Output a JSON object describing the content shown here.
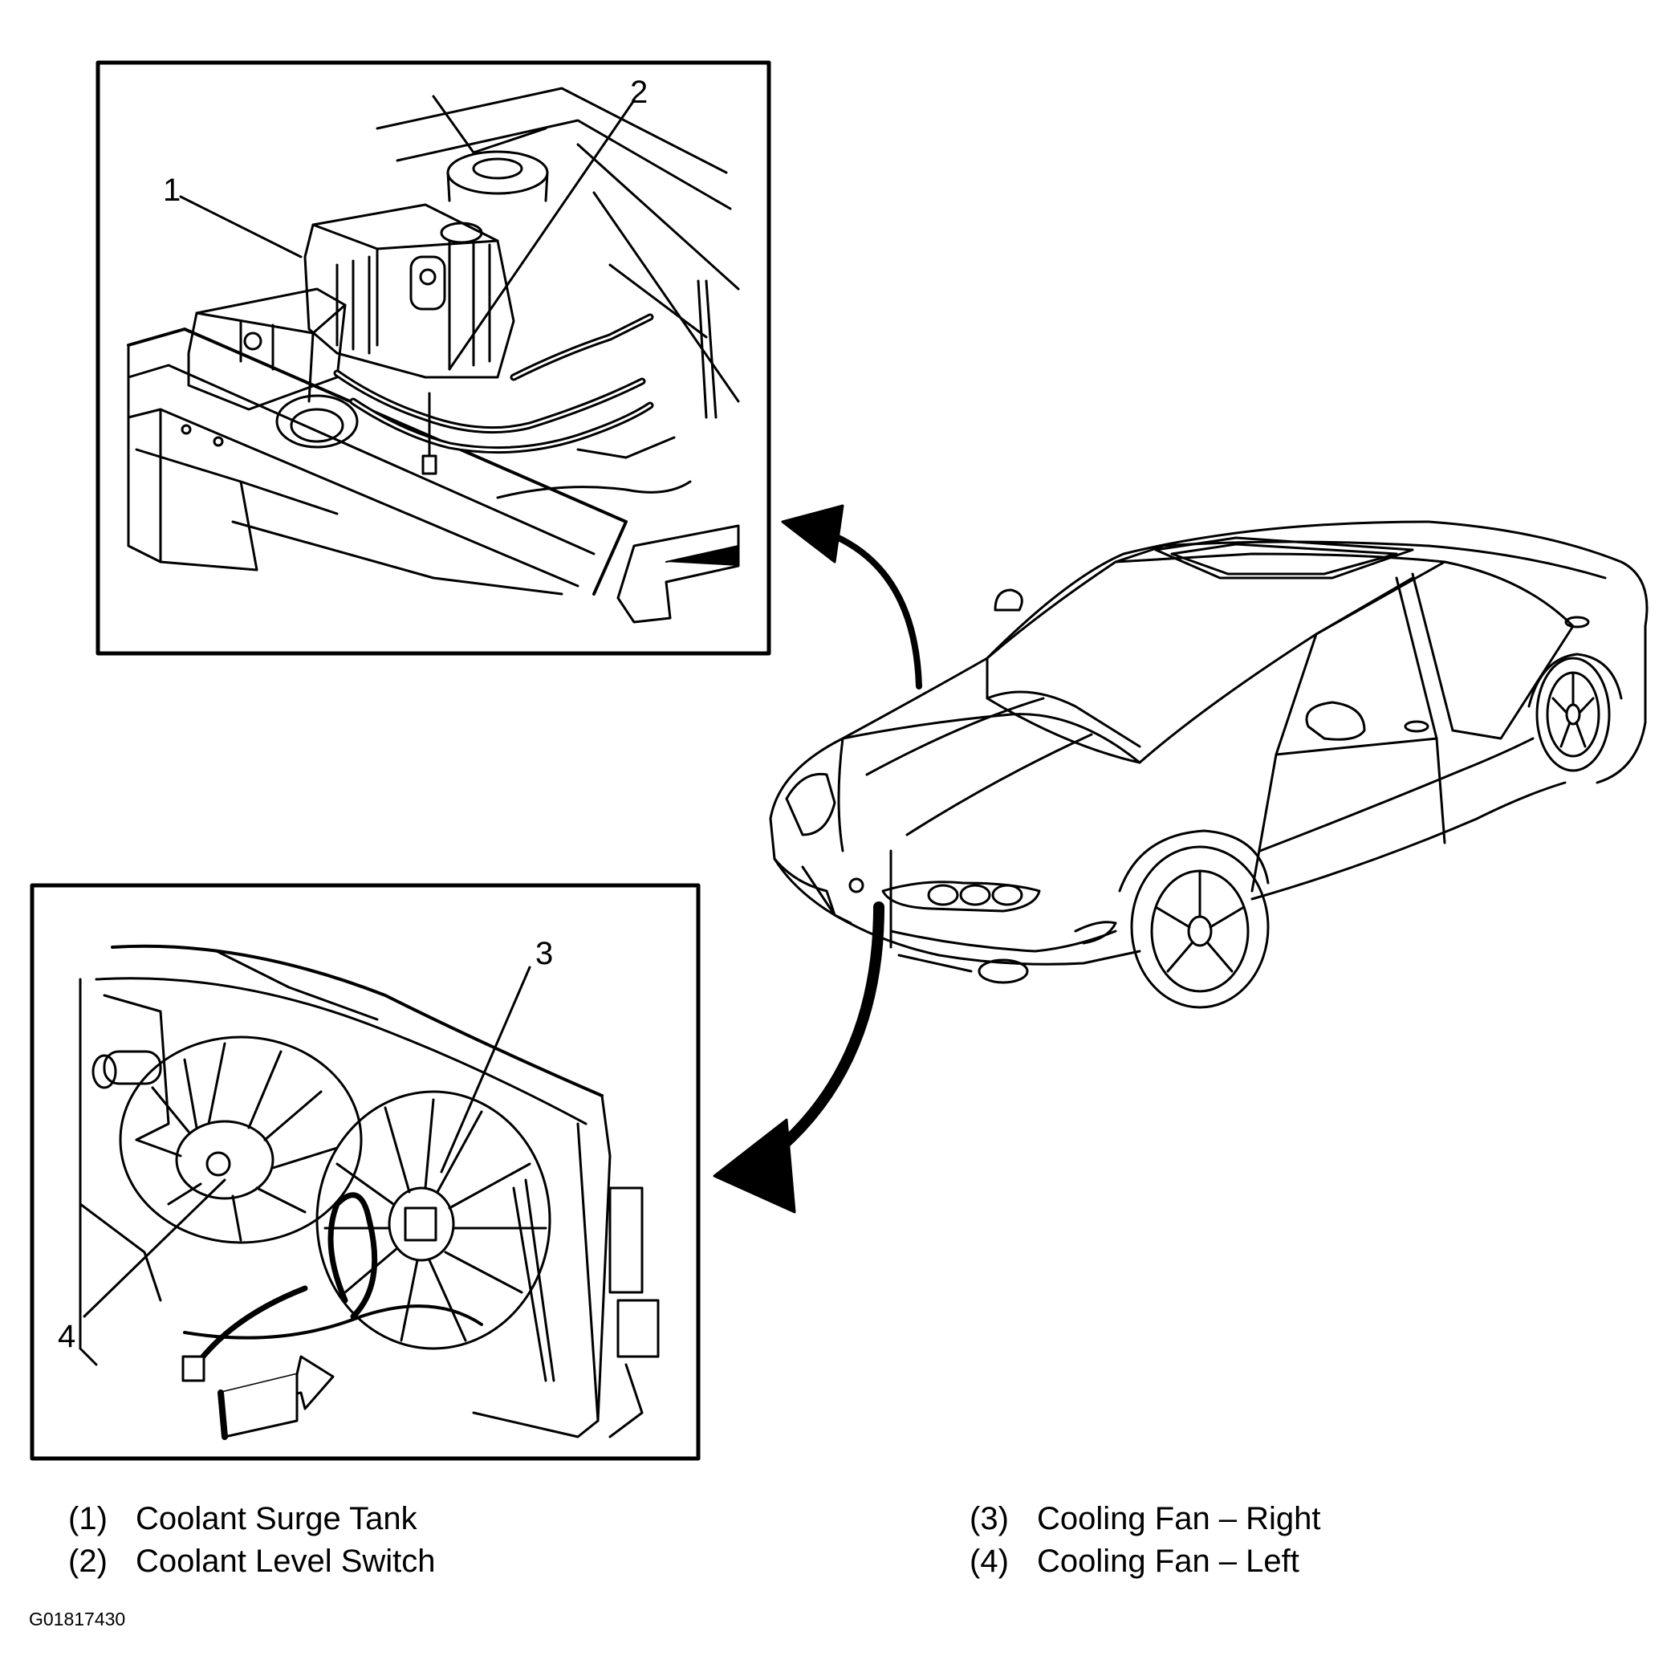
{
  "callouts": [
    "1",
    "2",
    "3",
    "4"
  ],
  "legend": [
    {
      "num": "(1)",
      "label": "Coolant Surge Tank"
    },
    {
      "num": "(2)",
      "label": "Coolant Level Switch"
    },
    {
      "num": "(3)",
      "label": "Cooling Fan – Right"
    },
    {
      "num": "(4)",
      "label": "Cooling Fan – Left"
    }
  ],
  "figure_id": "G01817430"
}
